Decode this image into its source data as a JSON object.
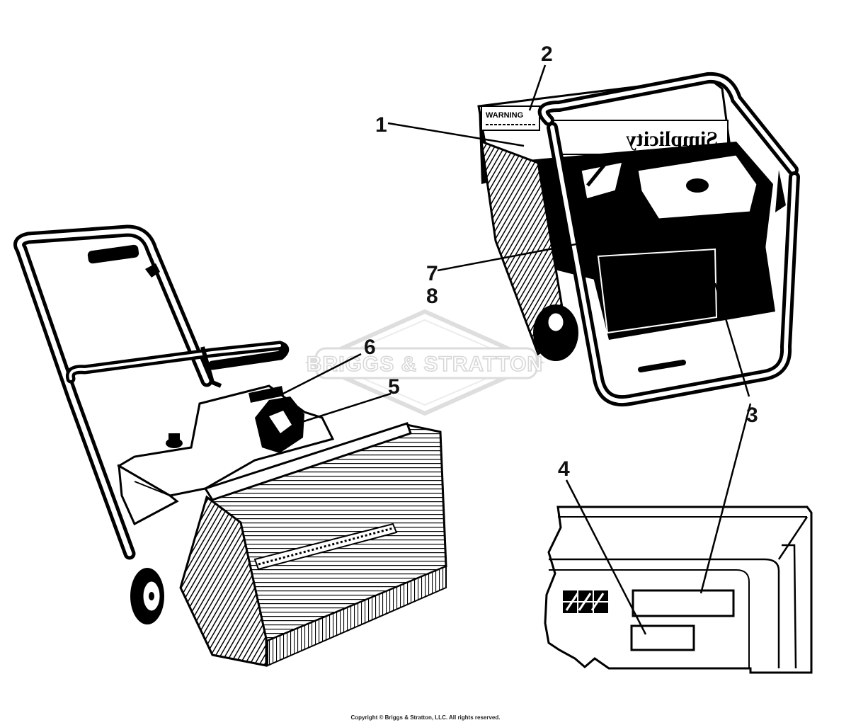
{
  "watermark": {
    "text": "BRIGGS & STRATTON"
  },
  "callouts": {
    "c1": "1",
    "c2": "2",
    "c3": "3",
    "c4": "4",
    "c5": "5",
    "c6": "6",
    "c7": "7",
    "c8": "8"
  },
  "decal_text": {
    "warning": "WARNING",
    "brand": "Simplicity"
  },
  "copyright": "Copyright © Briggs & Stratton, LLC. All rights reserved."
}
